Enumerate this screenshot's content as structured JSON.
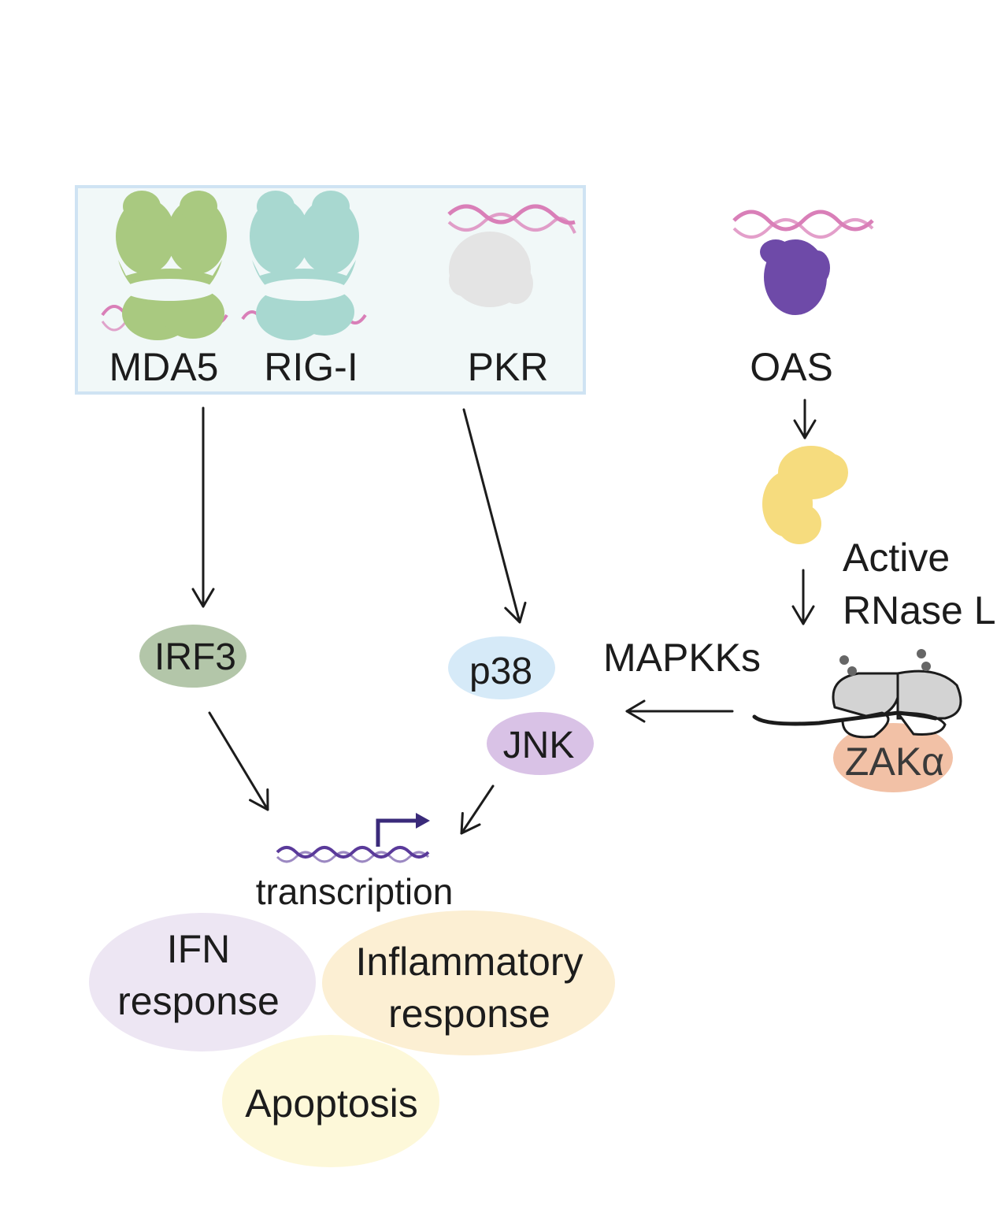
{
  "sensors": {
    "mda5": "MDA5",
    "rigi": "RIG-I",
    "pkr": "PKR"
  },
  "oas": "OAS",
  "rnasel": {
    "line1": "Active",
    "line2": "RNase L"
  },
  "mapkks": "MAPKKs",
  "zak": "ZAKα",
  "irf3": "IRF3",
  "p38": "p38",
  "jnk": "JNK",
  "transcription": "transcription",
  "outcomes": {
    "ifn": {
      "line1": "IFN",
      "line2": "response"
    },
    "inflammatory": {
      "line1": "Inflammatory",
      "line2": "response"
    },
    "apoptosis": "Apoptosis"
  },
  "colors": {
    "sensor_box_fill": "#f1f8f8",
    "sensor_box_stroke": "#cfe3f3",
    "mda5": "#a9c980",
    "rigi": "#a8d8d0",
    "pkr": "#e4e4e4",
    "oas": "#6e4aa8",
    "rnasel": "#f6dc7e",
    "rna": "#d97fb8",
    "dna": "#5a3a9a",
    "irf3": "#b3c6a9",
    "p38": "#d6eaf8",
    "jnk": "#d9c2e6",
    "zak": "#f2c1a6",
    "ribosome": "#d3d3d3",
    "ifn": "#ede6f3",
    "inflammatory": "#fcefd3",
    "apoptosis": "#fdf8d9"
  }
}
